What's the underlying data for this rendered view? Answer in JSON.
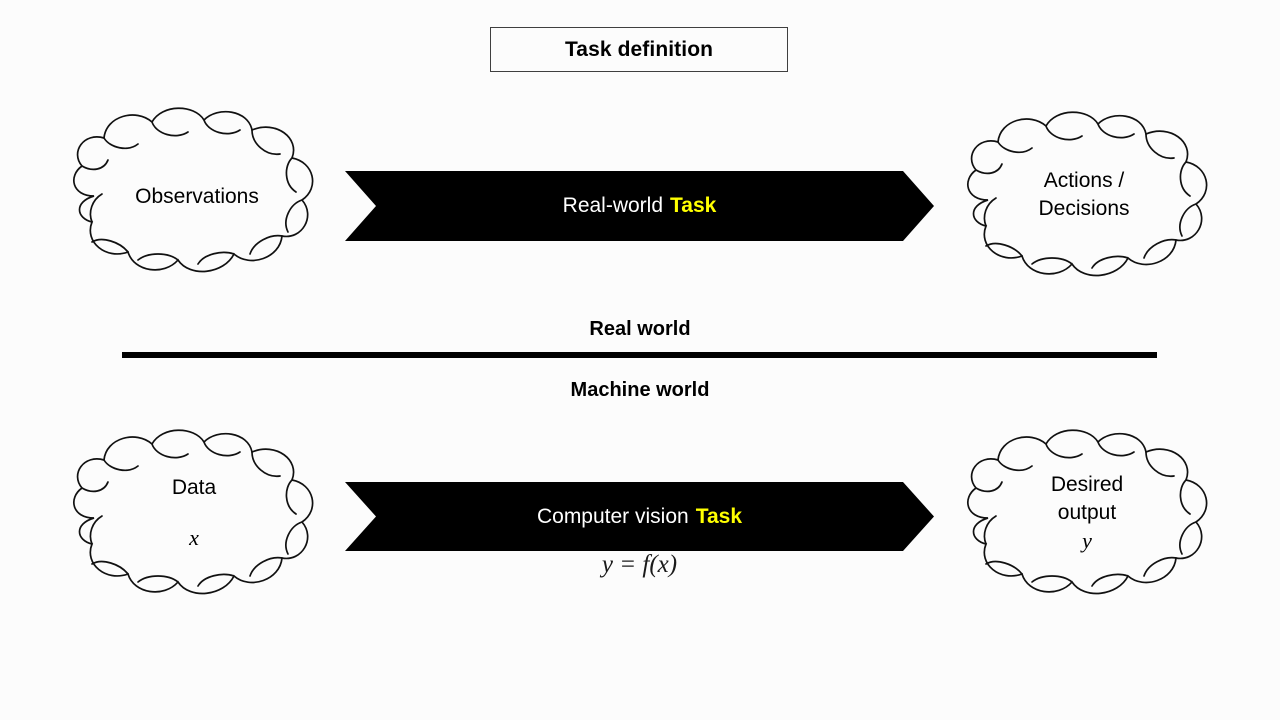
{
  "title": {
    "text": "Task definition"
  },
  "clouds": {
    "observations": {
      "lines": [
        "Observations"
      ]
    },
    "actions": {
      "lines": [
        "Actions /",
        "Decisions"
      ]
    },
    "data": {
      "lines": [
        "Data"
      ],
      "variable": "x"
    },
    "desired": {
      "lines": [
        "Desired",
        "output"
      ],
      "variable": "y"
    }
  },
  "arrows": {
    "real_world": {
      "prefix": "Real-world",
      "highlight": "Task"
    },
    "computer_vision": {
      "prefix": "Computer vision",
      "highlight": "Task"
    }
  },
  "formula": {
    "text": "y = f(x)"
  },
  "divider": {
    "upper_label": "Real world",
    "lower_label": "Machine world"
  },
  "colors": {
    "background": "#fcfcfc",
    "arrow_fill": "#000000",
    "arrow_text": "#ffffff",
    "highlight": "#ffff00",
    "outline": "#000000",
    "title_border": "#3f3f3f"
  }
}
